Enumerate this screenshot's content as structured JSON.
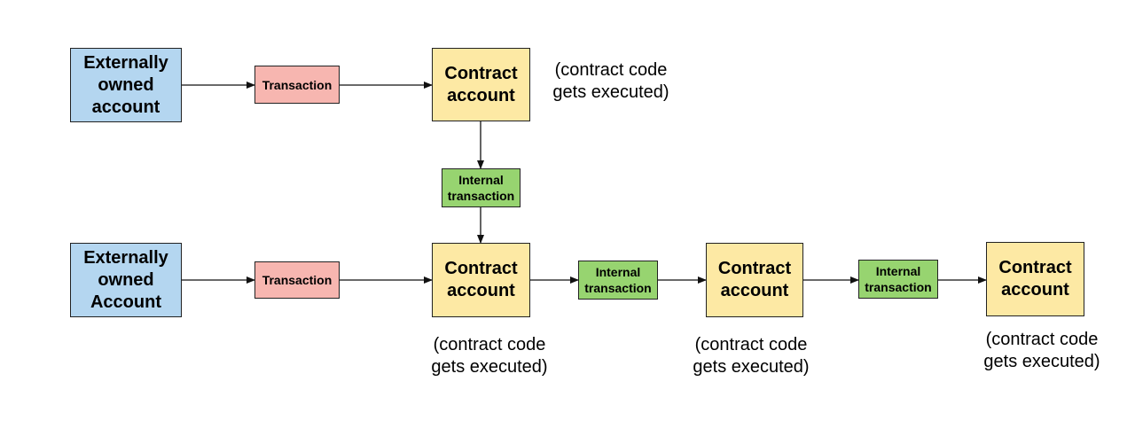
{
  "nodes": {
    "eoa_top": "Externally\nowned\naccount",
    "tx_top": "Transaction",
    "contract_top": "Contract\naccount",
    "itx_vertical": "Internal\ntransaction",
    "eoa_bottom": "Externally\nowned\nAccount",
    "tx_bottom": "Transaction",
    "contract_bottom_1": "Contract\naccount",
    "itx_bottom_1": "Internal\ntransaction",
    "contract_bottom_2": "Contract\naccount",
    "itx_bottom_2": "Internal\ntransaction",
    "contract_bottom_3": "Contract\naccount"
  },
  "notes": {
    "top": "(contract code\ngets executed)",
    "bottom_1": "(contract code\ngets executed)",
    "bottom_2": "(contract code\ngets executed)",
    "bottom_3": "(contract code\ngets executed)"
  },
  "colors": {
    "externally_owned_account": "#b4d6f0",
    "transaction": "#f7b6b0",
    "contract_account": "#fde9a4",
    "internal_transaction": "#97d470"
  }
}
